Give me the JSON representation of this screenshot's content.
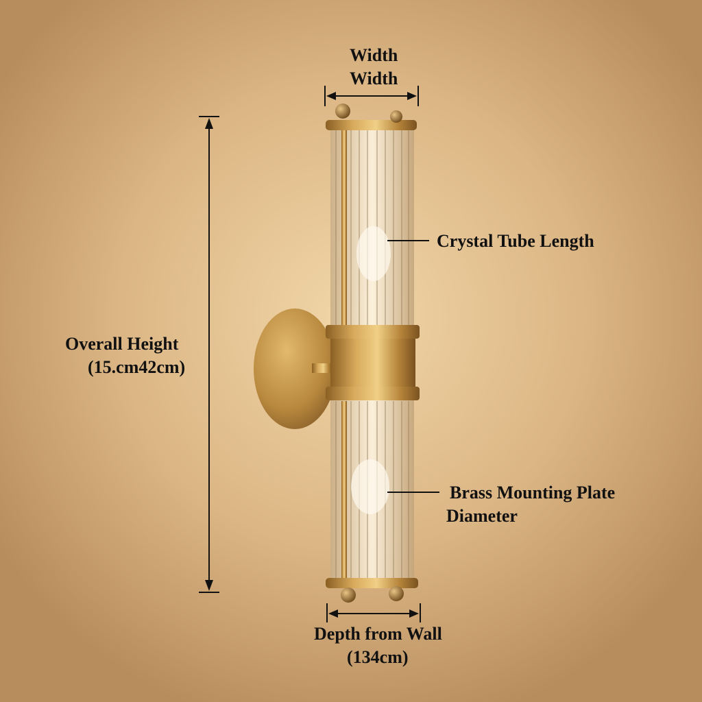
{
  "labels": {
    "width_line1": "Width",
    "width_line2": "Width",
    "overall_height": "Overall Height",
    "overall_height_value": "(15.cm42cm)",
    "crystal_tube_length": "Crystal Tube Length",
    "brass_plate_line1": "Brass Mounting Plate",
    "brass_plate_line2": "Diameter",
    "depth_from_wall": "Depth from Wall",
    "depth_value": "(134cm)"
  },
  "colors": {
    "brass": "#b8893e",
    "text": "#111111"
  }
}
